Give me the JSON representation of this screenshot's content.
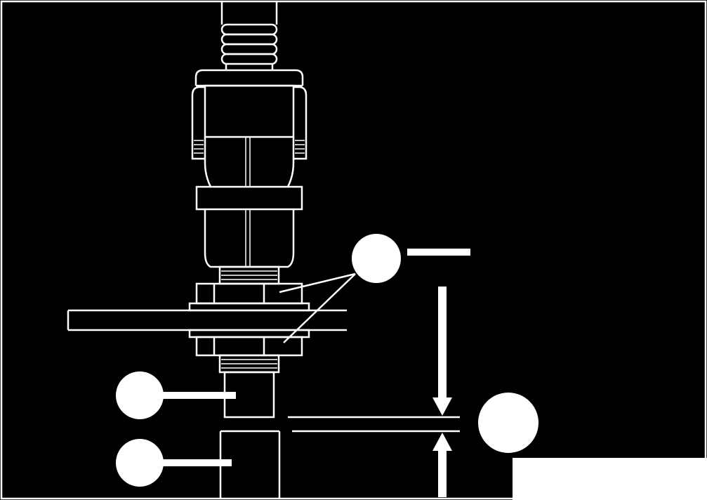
{
  "diagram": {
    "background": "#000000",
    "line_color": "#ffffff",
    "callouts": [
      {
        "label": "",
        "target": "lock-nuts"
      },
      {
        "label": "",
        "target": "sensor-tip"
      },
      {
        "label": "",
        "target": "target-wheel"
      },
      {
        "label": "",
        "target": "air-gap"
      }
    ]
  }
}
